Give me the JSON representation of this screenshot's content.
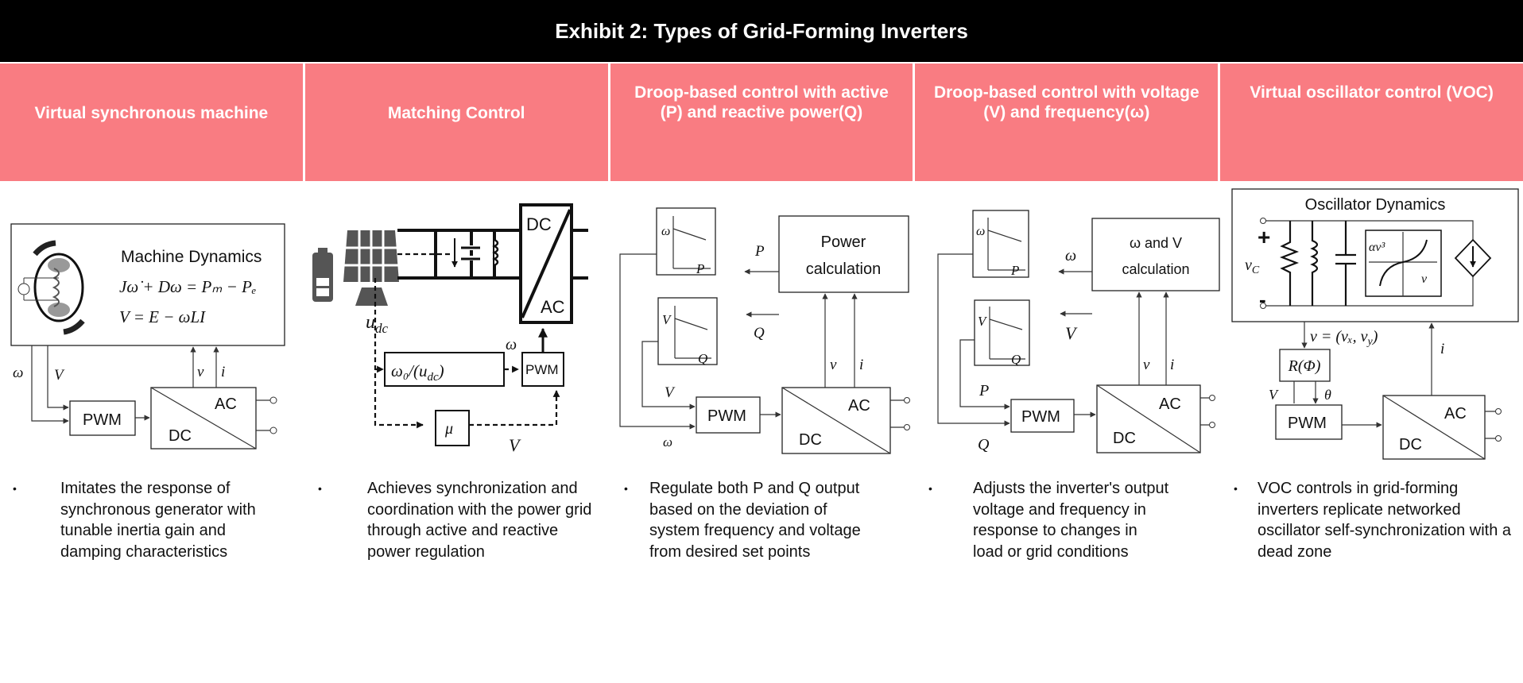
{
  "title": "Exhibit 2: Types of Grid-Forming Inverters",
  "accent_color": "#f97c82",
  "columns": [
    {
      "header": "Virtual synchronous machine",
      "bullet": "Imitates the response of synchronous generator with tunable inertia gain and damping characteristics",
      "diagram": {
        "box_title": "Machine Dynamics",
        "eq1": "Jω̇ + Dω = Pₘ − Pₑ",
        "eq2": "V = E − ωLI",
        "omega": "ω",
        "V": "V",
        "v": "v",
        "i": "i",
        "pwm": "PWM",
        "dc": "DC",
        "ac": "AC"
      }
    },
    {
      "header": "Matching Control",
      "bullet": "Achieves synchronization and coordination with the power grid through active and reactive power regulation",
      "diagram": {
        "udc_base": "u",
        "udc_sub": "dc",
        "ratio": "ω₀/(u",
        "ratio_sub": "dc",
        "ratio_end": ")",
        "omega": "ω",
        "mu": "μ",
        "V": "V",
        "pwm": "PWM",
        "dc": "DC",
        "ac": "AC"
      }
    },
    {
      "header": "Droop-based control with active (P) and reactive power(Q)",
      "bullet": "Regulate both P and Q output based on the deviation of system frequency and voltage from desired set points",
      "diagram": {
        "calc1": "Power",
        "calc2": "calculation",
        "chart1_y": "ω",
        "chart1_x": "P",
        "chart2_y": "V",
        "chart2_x": "Q",
        "P": "P",
        "Q": "Q",
        "V": "V",
        "omega": "ω",
        "v": "v",
        "i": "i",
        "pwm": "PWM",
        "dc": "DC",
        "ac": "AC"
      }
    },
    {
      "header": "Droop-based control with voltage (V) and frequency(ω)",
      "bullet": "Adjusts the inverter's output voltage and frequency in response to changes in load or grid conditions",
      "diagram": {
        "calc1": "ω and V",
        "calc2": "calculation",
        "chart1_y": "ω",
        "chart1_x": "P",
        "chart2_y": "V",
        "chart2_x": "Q",
        "omega": "ω",
        "V": "V",
        "P": "P",
        "Q": "Q",
        "v": "v",
        "i": "i",
        "pwm": "PWM",
        "dc": "DC",
        "ac": "AC"
      }
    },
    {
      "header": "Virtual oscillator control (VOC)",
      "bullet": "VOC controls in grid-forming inverters replicate networked oscillator self-synchronization with a dead zone",
      "diagram": {
        "box_title": "Oscillator Dynamics",
        "plus": "+",
        "minus": "-",
        "vc": "v",
        "vc_sub": "C",
        "alpha": "αv³",
        "vaxis": "v",
        "vvec": "v = (vₓ, v",
        "vvec_sub": "y",
        "vvec_end": ")",
        "rphi": "R(Φ)",
        "V": "V",
        "theta": "θ",
        "i": "i",
        "pwm": "PWM",
        "dc": "DC",
        "ac": "AC"
      }
    }
  ]
}
